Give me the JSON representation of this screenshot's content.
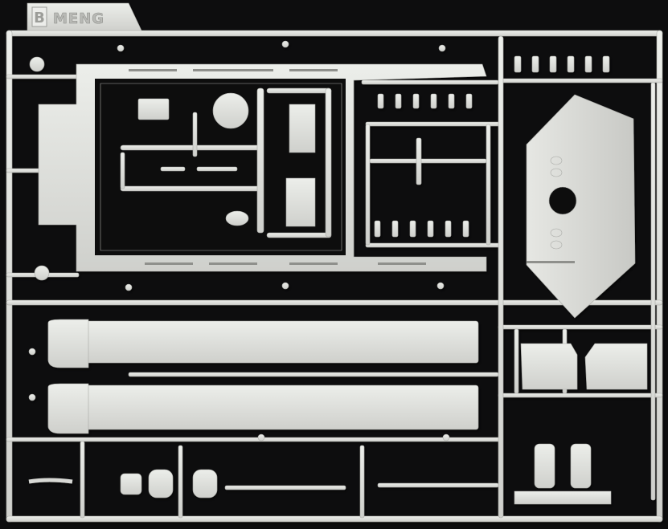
{
  "photo": {
    "subject": "model-kit-sprue",
    "background_color": "#0d0d0e",
    "plastic_color": "#d7d8d4",
    "plastic_shadow_color": "#b9bab6",
    "plastic_highlight_color": "#eceeea"
  },
  "sprue_tag": {
    "letter": "B",
    "brand": "MENG"
  }
}
